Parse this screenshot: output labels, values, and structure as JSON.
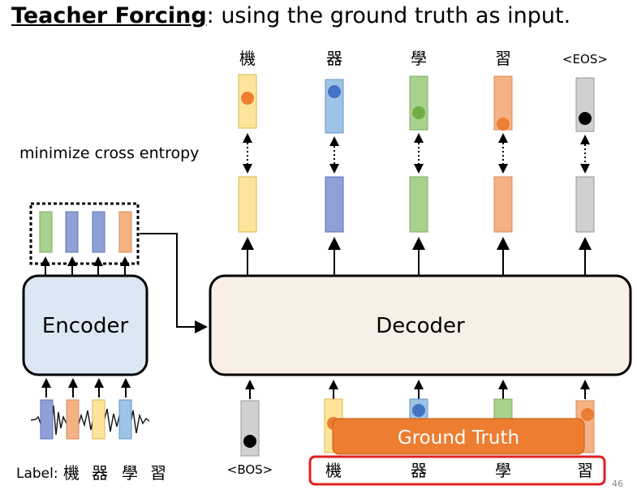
{
  "title": {
    "bold": "Teacher Forcing",
    "rest": ": using the ground truth as input."
  },
  "output_tokens": [
    "機",
    "器",
    "學",
    "習",
    "<EOS>"
  ],
  "input_tokens": [
    "<BOS>",
    "機",
    "器",
    "學",
    "習"
  ],
  "loss_label": "minimize cross entropy",
  "encoder_label": "Encoder",
  "decoder_label": "Decoder",
  "ground_truth_label": "Ground Truth",
  "label_prefix": "Label:",
  "label_chars": [
    "機",
    "器",
    "學",
    "習"
  ],
  "page_number": "46",
  "colors": {
    "yellow": "#fde49a",
    "blue": "#9dc3e6",
    "darkblue": "#8ea0d6",
    "green": "#a9d18e",
    "salmon": "#f4b183",
    "gray": "#d0d0d0",
    "orange_dot": "#ed7d31",
    "blue_dot": "#4472c4",
    "green_dot": "#70ad47",
    "black_dot": "#000000",
    "ground_truth_bg": "#ed7d31",
    "highlight_border": "#e02020",
    "encoder_bg": "#dbe8f4",
    "decoder_bg": "#f8efe6"
  }
}
